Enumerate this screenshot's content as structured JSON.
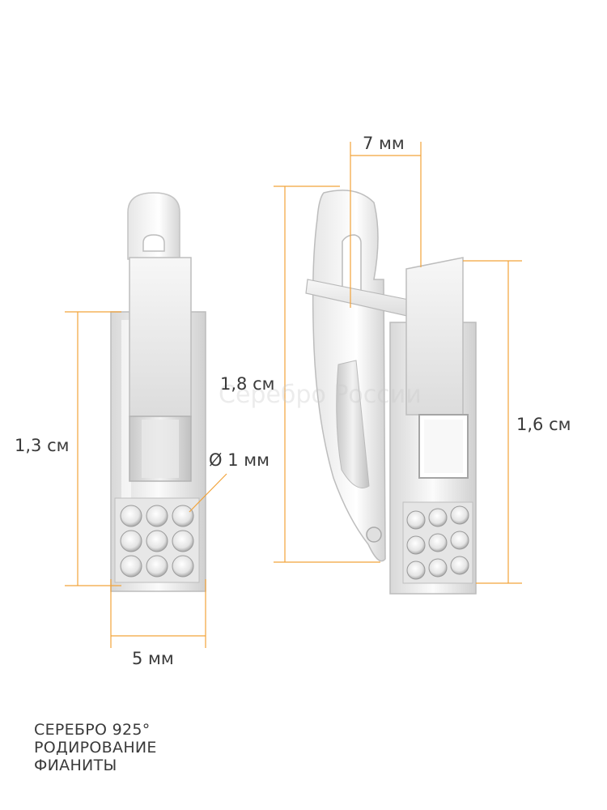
{
  "dimensions": {
    "front_height": "1,3 см",
    "front_width": "5 мм",
    "stone_diameter": "Ø 1 мм",
    "side_total_height": "1,8 см",
    "side_hook_width": "7 мм",
    "side_body_height": "1,6 см"
  },
  "watermark": "Серебро России",
  "footer": {
    "line1": "СЕРЕБРО 925°",
    "line2": "РОДИРОВАНИЕ",
    "line3": "ФИАНИТЫ"
  },
  "colors": {
    "dimension_line": "#f2a33a",
    "text": "#3a3a3a",
    "metal_light": "#f4f4f4",
    "metal_dark": "#c9c9c9"
  }
}
